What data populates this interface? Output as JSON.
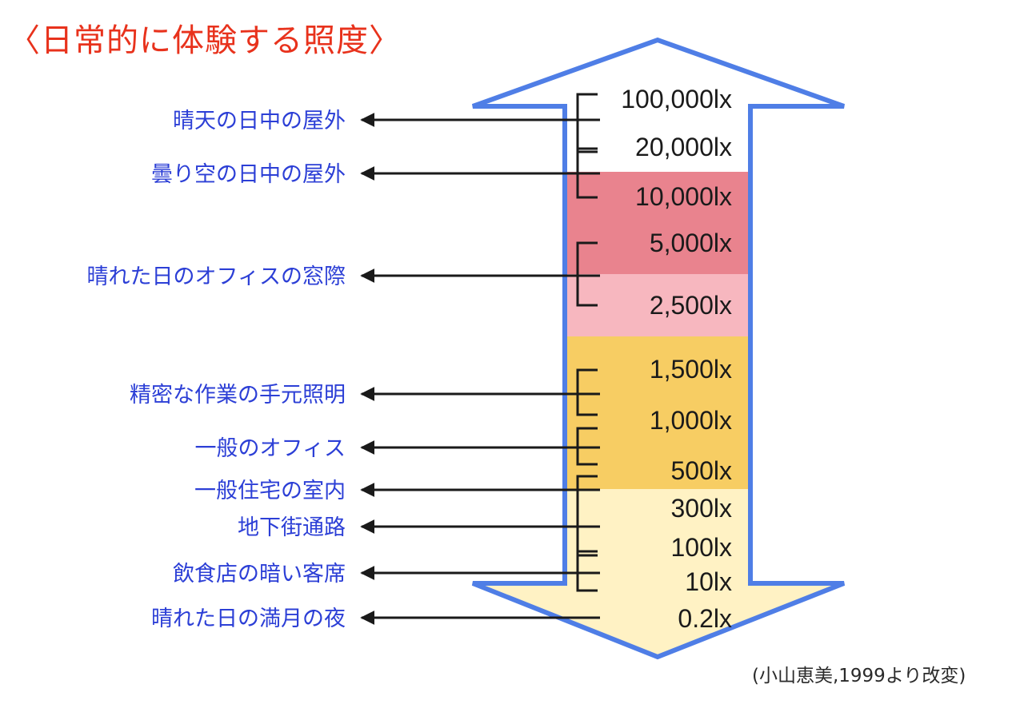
{
  "title": "〈日常的に体験する照度〉",
  "citation": "(小山恵美,1999より改変)",
  "lux_levels": [
    "100,000lx",
    "20,000lx",
    "10,000lx",
    "5,000lx",
    "2,500lx",
    "1,500lx",
    "1,000lx",
    "500lx",
    "300lx",
    "100lx",
    "10lx",
    "0.2lx"
  ],
  "situations": [
    "晴天の日中の屋外",
    "曇り空の日中の屋外",
    "晴れた日のオフィスの窓際",
    "精密な作業の手元照明",
    "一般のオフィス",
    "一般住宅の室内",
    "地下街通路",
    "飲食店の暗い客席",
    "晴れた日の満月の夜"
  ],
  "colors": {
    "title": "#e8321c",
    "label": "#2c3fd6",
    "arrow_outline": "#4f7ee6",
    "band_red": "#e9838e",
    "band_pink": "#f7b7bf",
    "band_orange": "#f7cd63",
    "band_cream": "#fff2c4",
    "bracket": "#1a1a1a"
  }
}
